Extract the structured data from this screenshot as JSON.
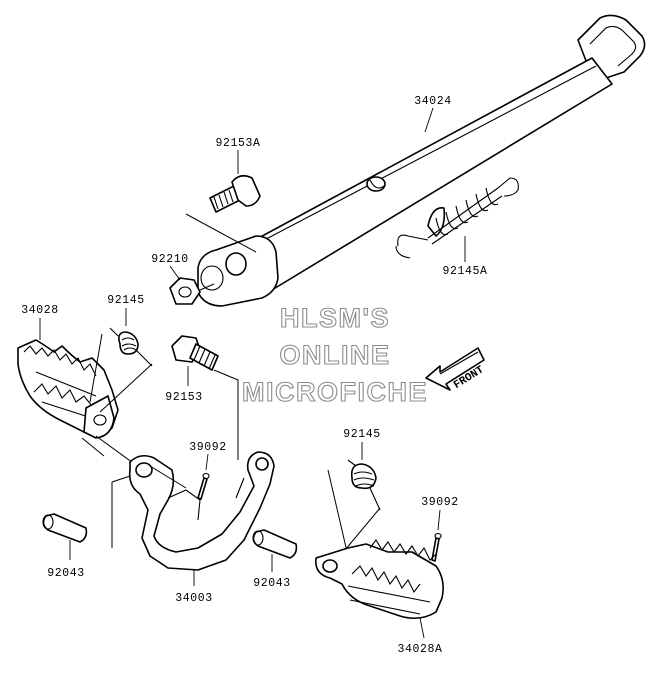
{
  "diagram": {
    "parts": {
      "stand_bar": "34024",
      "bolt_upper": "92153A",
      "spring_long": "92145A",
      "nut": "92210",
      "footrest_left": "34028",
      "spring_left": "92145",
      "bolt_lower": "92153",
      "cotter_pin_left": "39092",
      "pin_left": "92043",
      "bracket": "34003",
      "spring_right": "92145",
      "cotter_pin_right": "39092",
      "pin_right": "92043",
      "footrest_right": "34028A"
    },
    "watermark": [
      "HLSM'S",
      "ONLINE",
      "MICROFICHE"
    ],
    "direction_label": "FRONT"
  },
  "colors": {
    "line": "#000000",
    "watermark_outline": "#8c8c8c",
    "background": "#ffffff"
  }
}
